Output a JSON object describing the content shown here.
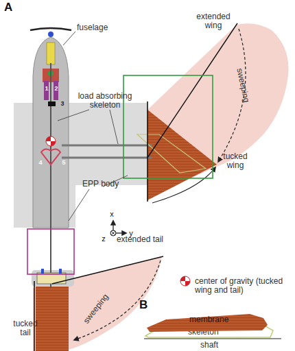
{
  "diagram": {
    "nodes": [
      {
        "text": [
          "membrane"
        ]
      },
      {
        "text": [
          "skeleton"
        ]
      }
    ],
    "labels": [
      "A",
      "fuselage",
      "load absorbing skeleton",
      "EPP body",
      "extended wing",
      "sweeping",
      "tucked wing",
      "extended tail",
      "sweeping",
      "tucked tail",
      "1",
      "2",
      "3",
      "4",
      "5",
      "x",
      "y",
      "z",
      "B",
      "shaft"
    ],
    "legend": [
      {
        "text": "center of gravity (tucked wing and tail)"
      }
    ]
  }
}
